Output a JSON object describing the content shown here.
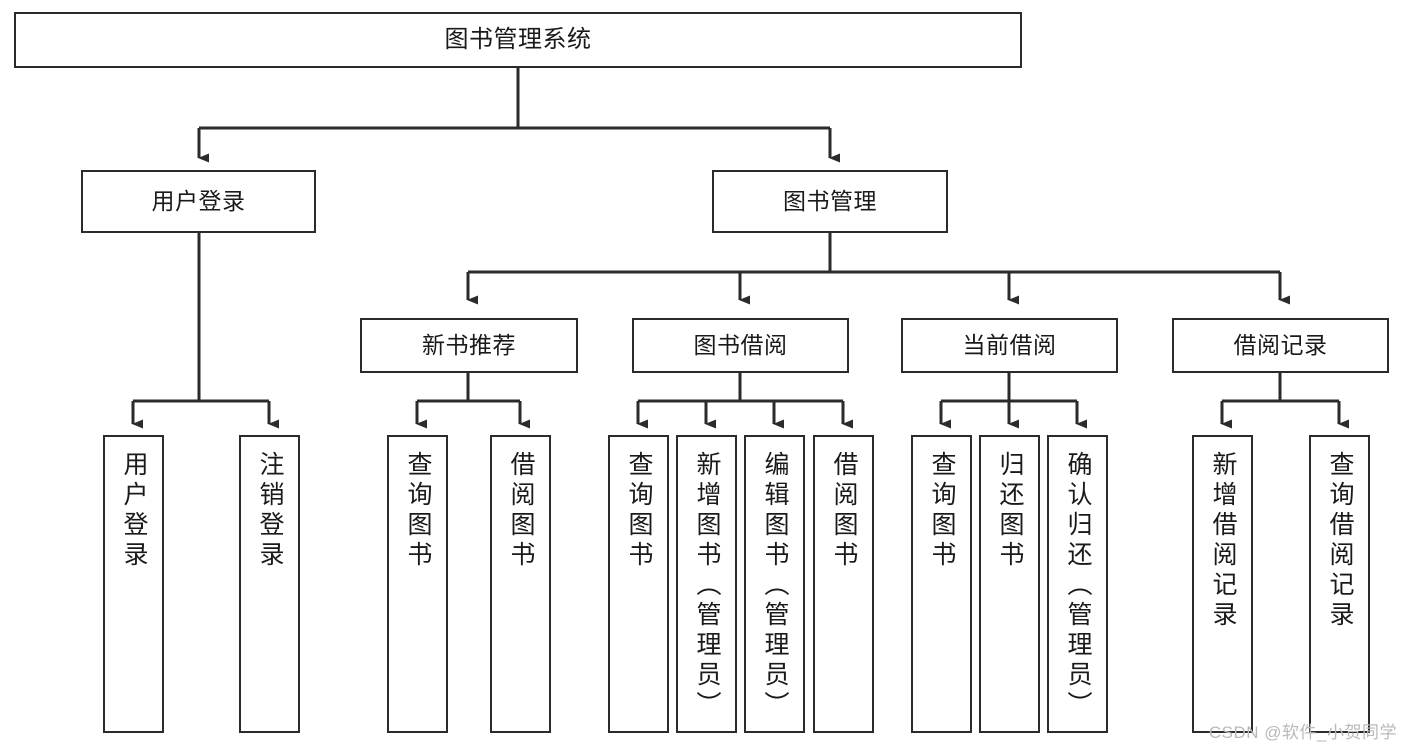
{
  "diagram": {
    "type": "tree-hierarchy-chart",
    "title": "图书管理系统",
    "orientation": "top-down",
    "colors": {
      "background": "#ffffff",
      "node_border": "#2b2b2b",
      "node_fill": "#ffffff",
      "edge": "#2b2b2b",
      "text": "#1a1a1a",
      "watermark": "#b9b9b9"
    },
    "watermark": "CSDN @软件_小贺同学"
  },
  "nodes": {
    "root": {
      "label": "图书管理系统",
      "level": 1
    },
    "level2": [
      {
        "id": "user-login",
        "label": "用户登录"
      },
      {
        "id": "book-management",
        "label": "图书管理"
      }
    ],
    "level3": [
      {
        "id": "new-book-recommend",
        "label": "新书推荐"
      },
      {
        "id": "book-borrow",
        "label": "图书借阅"
      },
      {
        "id": "current-borrow",
        "label": "当前借阅"
      },
      {
        "id": "borrow-record",
        "label": "借阅记录"
      }
    ],
    "leaves": {
      "user-login": [
        {
          "id": "leaf-user-login",
          "label": "用户登录"
        },
        {
          "id": "leaf-logout",
          "label": "注销登录"
        }
      ],
      "new-book-recommend": [
        {
          "id": "leaf-query-book-1",
          "label": "查询图书"
        },
        {
          "id": "leaf-borrow-book-1",
          "label": "借阅图书"
        }
      ],
      "book-borrow": [
        {
          "id": "leaf-query-book-2",
          "label": "查询图书"
        },
        {
          "id": "leaf-add-book",
          "label": "新增图书（管理员）"
        },
        {
          "id": "leaf-edit-book",
          "label": "编辑图书（管理员）"
        },
        {
          "id": "leaf-borrow-book-2",
          "label": "借阅图书"
        }
      ],
      "current-borrow": [
        {
          "id": "leaf-query-book-3",
          "label": "查询图书"
        },
        {
          "id": "leaf-return-book",
          "label": "归还图书"
        },
        {
          "id": "leaf-confirm-return",
          "label": "确认归还（管理员）"
        }
      ],
      "borrow-record": [
        {
          "id": "leaf-add-record",
          "label": "新增借阅记录"
        },
        {
          "id": "leaf-query-record",
          "label": "查询借阅记录"
        }
      ]
    }
  }
}
